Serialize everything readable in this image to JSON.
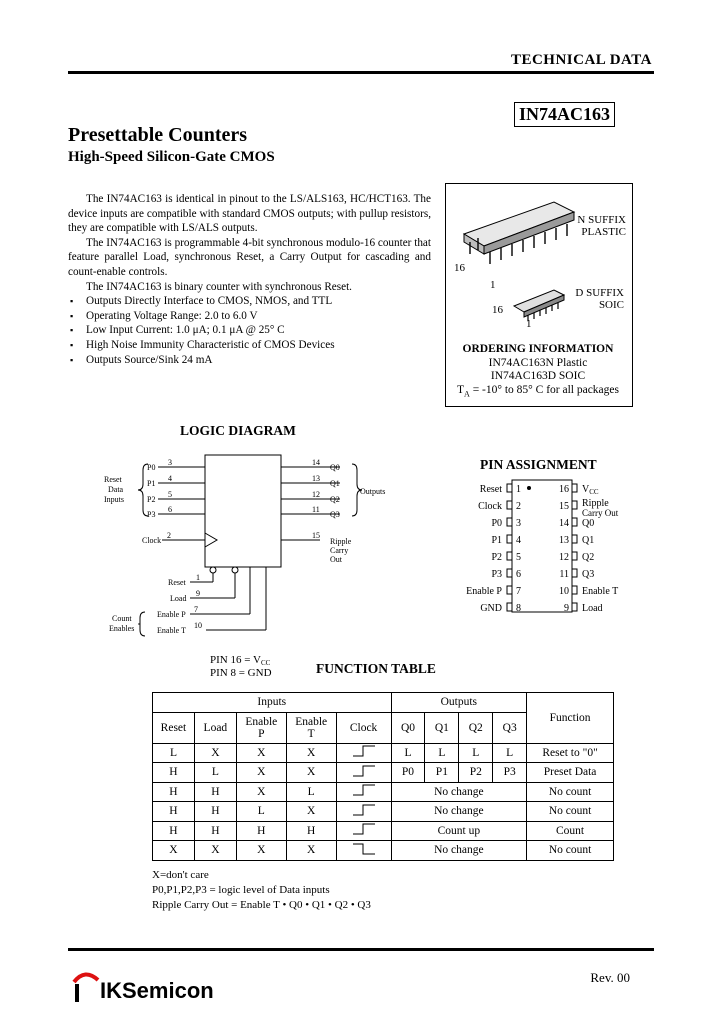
{
  "header": {
    "label": "TECHNICAL DATA",
    "part_number": "IN74AC163"
  },
  "title": "Presettable Counters",
  "subtitle": "High-Speed Silicon-Gate CMOS",
  "description": {
    "p1": "The IN74AC163 is identical in pinout to the LS/ALS163, HC/HCT163. The device inputs are compatible with standard CMOS outputs; with pullup resistors, they are compatible with LS/ALS outputs.",
    "p2": "The IN74AC163 is programmable 4-bit synchronous modulo-16 counter that feature parallel Load, synchronous Reset, a Carry Output for cascading and count-enable controls.",
    "p3": "The IN74AC163 is binary counter with synchronous Reset.",
    "features": [
      "Outputs Directly Interface to CMOS, NMOS, and TTL",
      "Operating Voltage Range: 2.0 to 6.0 V",
      "Low Input Current: 1.0 μA; 0.1 μA @ 25° C",
      "High Noise Immunity Characteristic of CMOS Devices",
      "Outputs Source/Sink 24 mA"
    ]
  },
  "packages": {
    "n_suffix": "N SUFFIX",
    "n_type": "PLASTIC",
    "d_suffix": "D SUFFIX",
    "d_type": "SOIC",
    "pin16": "16",
    "pin1": "1"
  },
  "ordering": {
    "heading": "ORDERING INFORMATION",
    "items": [
      "IN74AC163N Plastic",
      "IN74AC163D SOIC"
    ],
    "temp_prefix": "T",
    "temp_sub": "A",
    "temp_range": " = -10° to 85° C for all  packages"
  },
  "logic_diagram": {
    "heading": "LOGIC DIAGRAM",
    "group_reset_data": [
      "Reset",
      "Data",
      "Inputs"
    ],
    "data_inputs": [
      {
        "name": "P0",
        "pin": "3"
      },
      {
        "name": "P1",
        "pin": "4"
      },
      {
        "name": "P2",
        "pin": "5"
      },
      {
        "name": "P3",
        "pin": "6"
      }
    ],
    "outputs": [
      {
        "name": "Q0",
        "pin": "14"
      },
      {
        "name": "Q1",
        "pin": "13"
      },
      {
        "name": "Q2",
        "pin": "12"
      },
      {
        "name": "Q3",
        "pin": "11"
      }
    ],
    "outputs_label": "Outputs",
    "clock": {
      "name": "Clock",
      "pin": "2"
    },
    "ripple": {
      "pin": "15",
      "lines": [
        "Ripple",
        "Carry",
        "Out"
      ]
    },
    "reset": {
      "name": "Reset",
      "pin": "1"
    },
    "load": {
      "name": "Load",
      "pin": "9"
    },
    "enable_p": {
      "name": "Enable P",
      "pin": "7"
    },
    "enable_t": {
      "name": "Enable T",
      "pin": "10"
    },
    "count_enables": [
      "Count",
      "Enables"
    ],
    "power_vcc": "PIN 16 = V",
    "power_vcc_sub": "CC",
    "power_gnd": "PIN 8 = GND"
  },
  "pin_assignment": {
    "heading": "PIN ASSIGNMENT",
    "left": [
      {
        "name": "Reset",
        "pin": "1"
      },
      {
        "name": "Clock",
        "pin": "2"
      },
      {
        "name": "P0",
        "pin": "3"
      },
      {
        "name": "P1",
        "pin": "4"
      },
      {
        "name": "P2",
        "pin": "5"
      },
      {
        "name": "P3",
        "pin": "6"
      },
      {
        "name": "Enable P",
        "pin": "7"
      },
      {
        "name": "GND",
        "pin": "8"
      }
    ],
    "right": [
      {
        "name": "V",
        "sub": "CC",
        "pin": "16"
      },
      {
        "name": "Ripple",
        "name2": "Carry Out",
        "pin": "15"
      },
      {
        "name": "Q0",
        "pin": "14"
      },
      {
        "name": "Q1",
        "pin": "13"
      },
      {
        "name": "Q2",
        "pin": "12"
      },
      {
        "name": "Q3",
        "pin": "11"
      },
      {
        "name": "Enable T",
        "pin": "10"
      },
      {
        "name": "Load",
        "pin": "9"
      }
    ]
  },
  "function_table": {
    "heading": "FUNCTION TABLE",
    "group_inputs": "Inputs",
    "group_outputs": "Outputs",
    "headers": {
      "reset": "Reset",
      "load": "Load",
      "enable_p_1": "Enable",
      "enable_p_2": "P",
      "enable_t_1": "Enable",
      "enable_t_2": "T",
      "clock": "Clock",
      "q0": "Q0",
      "q1": "Q1",
      "q2": "Q2",
      "q3": "Q3",
      "function": "Function"
    },
    "rows": [
      {
        "reset": "L",
        "load": "X",
        "ep": "X",
        "et": "X",
        "clock": "rise",
        "q": [
          "L",
          "L",
          "L",
          "L"
        ],
        "function": "Reset to \"0\""
      },
      {
        "reset": "H",
        "load": "L",
        "ep": "X",
        "et": "X",
        "clock": "rise",
        "q": [
          "P0",
          "P1",
          "P2",
          "P3"
        ],
        "function": "Preset Data"
      },
      {
        "reset": "H",
        "load": "H",
        "ep": "X",
        "et": "L",
        "clock": "rise",
        "q_span": "No change",
        "function": "No count"
      },
      {
        "reset": "H",
        "load": "H",
        "ep": "L",
        "et": "X",
        "clock": "rise",
        "q_span": "No change",
        "function": "No count"
      },
      {
        "reset": "H",
        "load": "H",
        "ep": "H",
        "et": "H",
        "clock": "rise",
        "q_span": "Count up",
        "function": "Count"
      },
      {
        "reset": "X",
        "load": "X",
        "ep": "X",
        "et": "X",
        "clock": "fall",
        "q_span": "No change",
        "function": "No count"
      }
    ],
    "notes": [
      "X=don't care",
      "P0,P1,P2,P3 = logic level of Data inputs",
      "Ripple Carry Out = Enable T • Q0 • Q1 • Q2 • Q3"
    ]
  },
  "footer": {
    "revision": "Rev. 00",
    "logo_text": "Semicon",
    "logo_prefix": "IK"
  }
}
